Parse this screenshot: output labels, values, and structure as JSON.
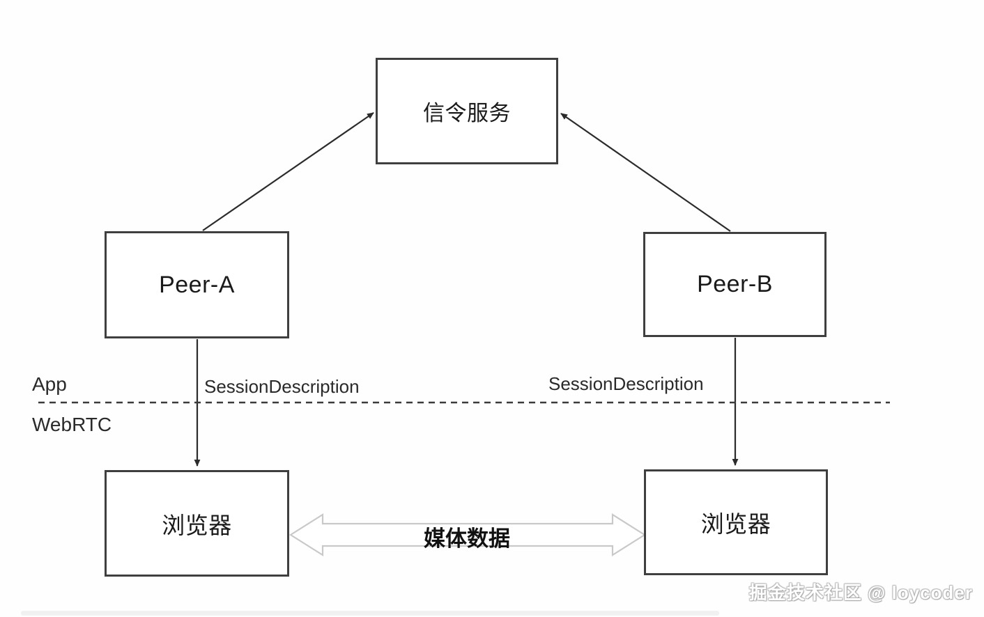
{
  "diagram": {
    "title_hint": "WebRTC signaling diagram",
    "nodes": {
      "signaling": {
        "label": "信令服务"
      },
      "peer_a": {
        "label": "Peer-A"
      },
      "peer_b": {
        "label": "Peer-B"
      },
      "browser_a": {
        "label": "浏览器"
      },
      "browser_b": {
        "label": "浏览器"
      }
    },
    "layers": {
      "top": {
        "label": "App"
      },
      "bottom": {
        "label": "WebRTC"
      }
    },
    "edges": {
      "peer_a_to_signaling": {
        "label": ""
      },
      "peer_b_to_signaling": {
        "label": ""
      },
      "peer_a_to_browser_a": {
        "label": "SessionDescription"
      },
      "peer_b_to_browser_b": {
        "label": "SessionDescription"
      },
      "browser_to_browser": {
        "label": "媒体数据"
      }
    }
  },
  "watermark": {
    "text": "掘金技术社区 @ loycoder"
  },
  "colors": {
    "box_border": "#3f3f3f",
    "line": "#2b2b2b",
    "dashed_divider": "#3a3a3a",
    "media_arrow_outline": "#c9c9c9",
    "background": "#fefefe"
  }
}
